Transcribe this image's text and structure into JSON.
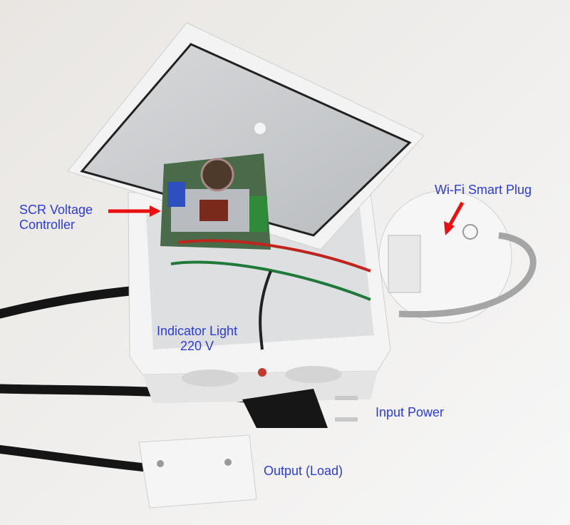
{
  "labels": {
    "scr_line1": "SCR Voltage",
    "scr_line2": "Controller",
    "smart_plug": "Wi-Fi Smart Plug",
    "indicator_line1": "Indicator Light",
    "indicator_line2": "220 V",
    "input_power": "Input Power",
    "output_load": "Output (Load)"
  },
  "colors": {
    "label_text": "#2b3be0",
    "arrow": "#e81010",
    "background": "#efeeec"
  }
}
